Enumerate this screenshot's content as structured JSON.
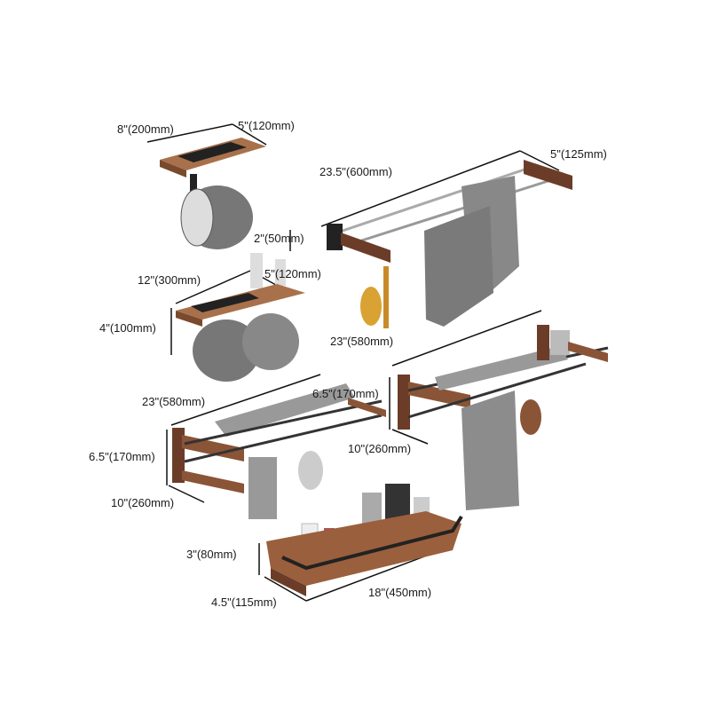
{
  "colors": {
    "wood": "#8a5436",
    "wood_light": "#b07a52",
    "metal": "#1f1f1f",
    "towel": "#8c8c8c",
    "dimension_line": "#111111"
  },
  "products": {
    "paper_holder_single": {
      "width": "8\"(200mm)",
      "depth": "5\"(120mm)"
    },
    "double_towel_bar": {
      "length": "23.5\"(600mm)",
      "depth": "5\"(125mm)",
      "height": "2\"(50mm)"
    },
    "paper_holder_double": {
      "width": "12\"(300mm)",
      "depth": "5\"(120mm)",
      "height": "4\"(100mm)"
    },
    "towel_rack_right": {
      "length": "23\"(580mm)",
      "height": "6.5\"(170mm)",
      "depth": "10\"(260mm)"
    },
    "towel_rack_left": {
      "length": "23\"(580mm)",
      "height": "6.5\"(170mm)",
      "depth": "10\"(260mm)"
    },
    "storage_shelf": {
      "height": "3\"(80mm)",
      "depth": "4.5\"(115mm)",
      "length": "18\"(450mm)"
    }
  }
}
